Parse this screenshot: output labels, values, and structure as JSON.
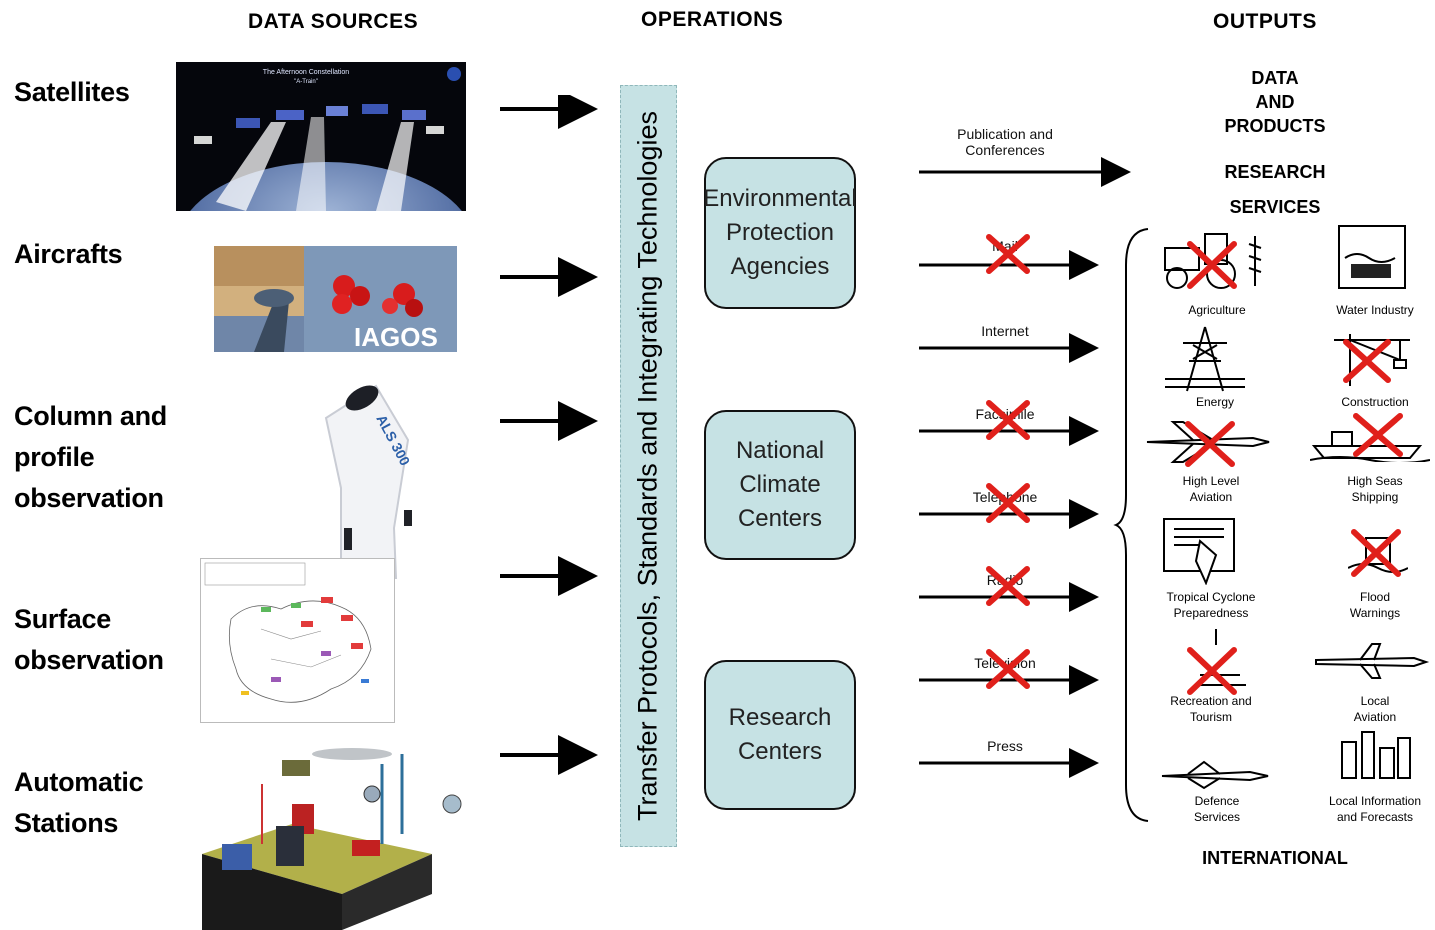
{
  "headers": {
    "data_sources": "DATA SOURCES",
    "operations": "OPERATIONS",
    "outputs": "OUTPUTS"
  },
  "sources": [
    {
      "label": "Satellites"
    },
    {
      "label": "Aircrafts"
    },
    {
      "label": "Column and\nprofile\nobservation"
    },
    {
      "label": "Surface\nobservation"
    },
    {
      "label": "Automatic\nStations"
    }
  ],
  "image_text": {
    "satellite_title": "The Afternoon Constellation",
    "satellite_subtitle": "\"A-Train\"",
    "iagos_logo": "IAGOS",
    "lidar_label": "ALS 300"
  },
  "band_text": "Transfer Protocols, Standards and Integrating Technologies",
  "operations": [
    {
      "label": "Environmental\nProtection\nAgencies"
    },
    {
      "label": "National\nClimate\nCenters"
    },
    {
      "label": "Research\nCenters"
    }
  ],
  "channels": [
    {
      "label": "Publication and\nConferences",
      "crossed": false
    },
    {
      "label": "Mail",
      "crossed": true
    },
    {
      "label": "Internet",
      "crossed": false
    },
    {
      "label": "Facsimile",
      "crossed": true
    },
    {
      "label": "Telephone",
      "crossed": true
    },
    {
      "label": "Radio",
      "crossed": true
    },
    {
      "label": "Television",
      "crossed": true
    },
    {
      "label": "Press",
      "crossed": false
    }
  ],
  "outputs": {
    "data_products": "DATA\nAND\nPRODUCTS",
    "research": "RESEARCH",
    "services": "SERVICES",
    "international": "INTERNATIONAL"
  },
  "services": [
    {
      "label": "Agriculture",
      "crossed": true,
      "icon": "tractor-icon"
    },
    {
      "label": "Water Industry",
      "crossed": false,
      "icon": "water-icon"
    },
    {
      "label": "Energy",
      "crossed": false,
      "icon": "pylon-icon"
    },
    {
      "label": "Construction",
      "crossed": true,
      "icon": "crane-icon"
    },
    {
      "label": "High Level\nAviation",
      "crossed": true,
      "icon": "jet-icon"
    },
    {
      "label": "High Seas\nShipping",
      "crossed": true,
      "icon": "ship-icon"
    },
    {
      "label": "Tropical Cyclone\nPreparedness",
      "crossed": false,
      "icon": "cyclone-icon"
    },
    {
      "label": "Flood\nWarnings",
      "crossed": true,
      "icon": "flood-icon"
    },
    {
      "label": "Recreation and\nTourism",
      "crossed": true,
      "icon": "recreation-icon"
    },
    {
      "label": "Local\nAviation",
      "crossed": false,
      "icon": "plane-icon"
    },
    {
      "label": "Defence\nServices",
      "crossed": false,
      "icon": "fighter-icon"
    },
    {
      "label": "Local Information\nand Forecasts",
      "crossed": false,
      "icon": "town-icon"
    }
  ],
  "colors": {
    "band": "#c6e2e4",
    "box": "#c6e2e4",
    "cross": "#e0201b"
  }
}
